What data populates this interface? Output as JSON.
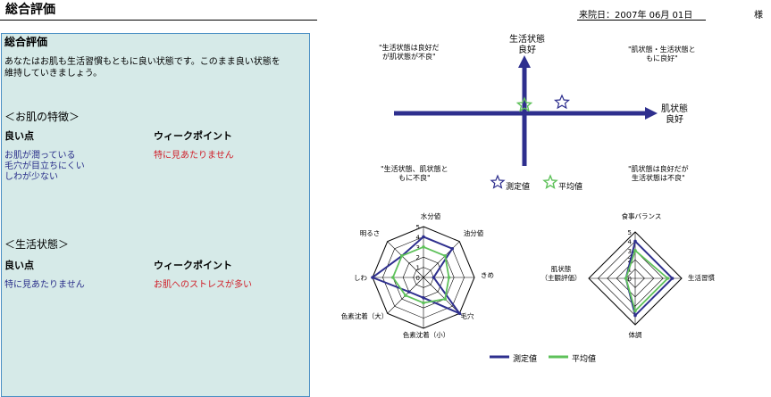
{
  "header": {
    "title": "総合評価",
    "visit_label": "来院日：2007年 06月 01日",
    "honorific": "様"
  },
  "panel": {
    "heading": "総合評価",
    "summary": [
      "あなたはお肌も生活習慣もともに良い状態です。このまま良い状態を",
      "維持していきましょう。"
    ],
    "skin": {
      "heading": "＜お肌の特徴＞",
      "good_label": "良い点",
      "good_items": [
        "お肌が潤っている",
        "毛穴が目立ちにくい",
        "しわが少ない"
      ],
      "weak_label": "ウィークポイント",
      "weak_items": [
        "特に見あたりません"
      ]
    },
    "life": {
      "heading": "＜生活状態＞",
      "good_label": "良い点",
      "good_items": [
        "特に見あたりません"
      ],
      "weak_label": "ウィークポイント",
      "weak_items": [
        "お肌へのストレスが多い"
      ]
    }
  },
  "quadrant": {
    "y_axis": [
      "生活状態",
      "良好"
    ],
    "x_axis": [
      "肌状態",
      "良好"
    ],
    "q_top_left": [
      "\"生活状態は良好だ",
      "が肌状態が不良\""
    ],
    "q_top_right": [
      "\"肌状態・生活状態と",
      "もに良好\""
    ],
    "q_bottom_left": [
      "\"生活状態、肌状態と",
      "もに不良\""
    ],
    "q_bottom_right": [
      "\"肌状態は良好だが",
      "生活状態は不良\""
    ],
    "legend_measured": "測定値",
    "legend_average": "平均値"
  },
  "colors": {
    "measured": "#2e2f8e",
    "average": "#5ec15a",
    "panel_bg": "#d6eae8",
    "weak": "#d0202a"
  },
  "chart_data": [
    {
      "type": "radar",
      "axes": [
        "水分値",
        "油分値",
        "きめ",
        "毛穴",
        "色素沈着（小）",
        "色素沈着（大）",
        "しわ",
        "明るさ"
      ],
      "scale": [
        0,
        1,
        2,
        3,
        4,
        5
      ],
      "rmax": 5,
      "series": [
        {
          "name": "測定値",
          "values": [
            4,
            4,
            1,
            5,
            2,
            2,
            5,
            3
          ]
        },
        {
          "name": "平均値",
          "values": [
            3,
            3,
            2.5,
            3,
            2.5,
            2.5,
            3,
            3
          ]
        }
      ]
    },
    {
      "type": "radar",
      "axes": [
        "食事バランス",
        "生活習慣",
        "体調",
        "肌状態\n（主観評価）"
      ],
      "scale": [
        0,
        1,
        2,
        3,
        4,
        5
      ],
      "rmax": 5,
      "series": [
        {
          "name": "測定値",
          "values": [
            4,
            4,
            4,
            1
          ]
        },
        {
          "name": "平均値",
          "values": [
            3,
            3.5,
            3.5,
            1
          ]
        }
      ]
    },
    {
      "type": "scatter",
      "series": [
        {
          "name": "測定値",
          "marker": "star"
        },
        {
          "name": "平均値",
          "marker": "star"
        }
      ]
    }
  ]
}
